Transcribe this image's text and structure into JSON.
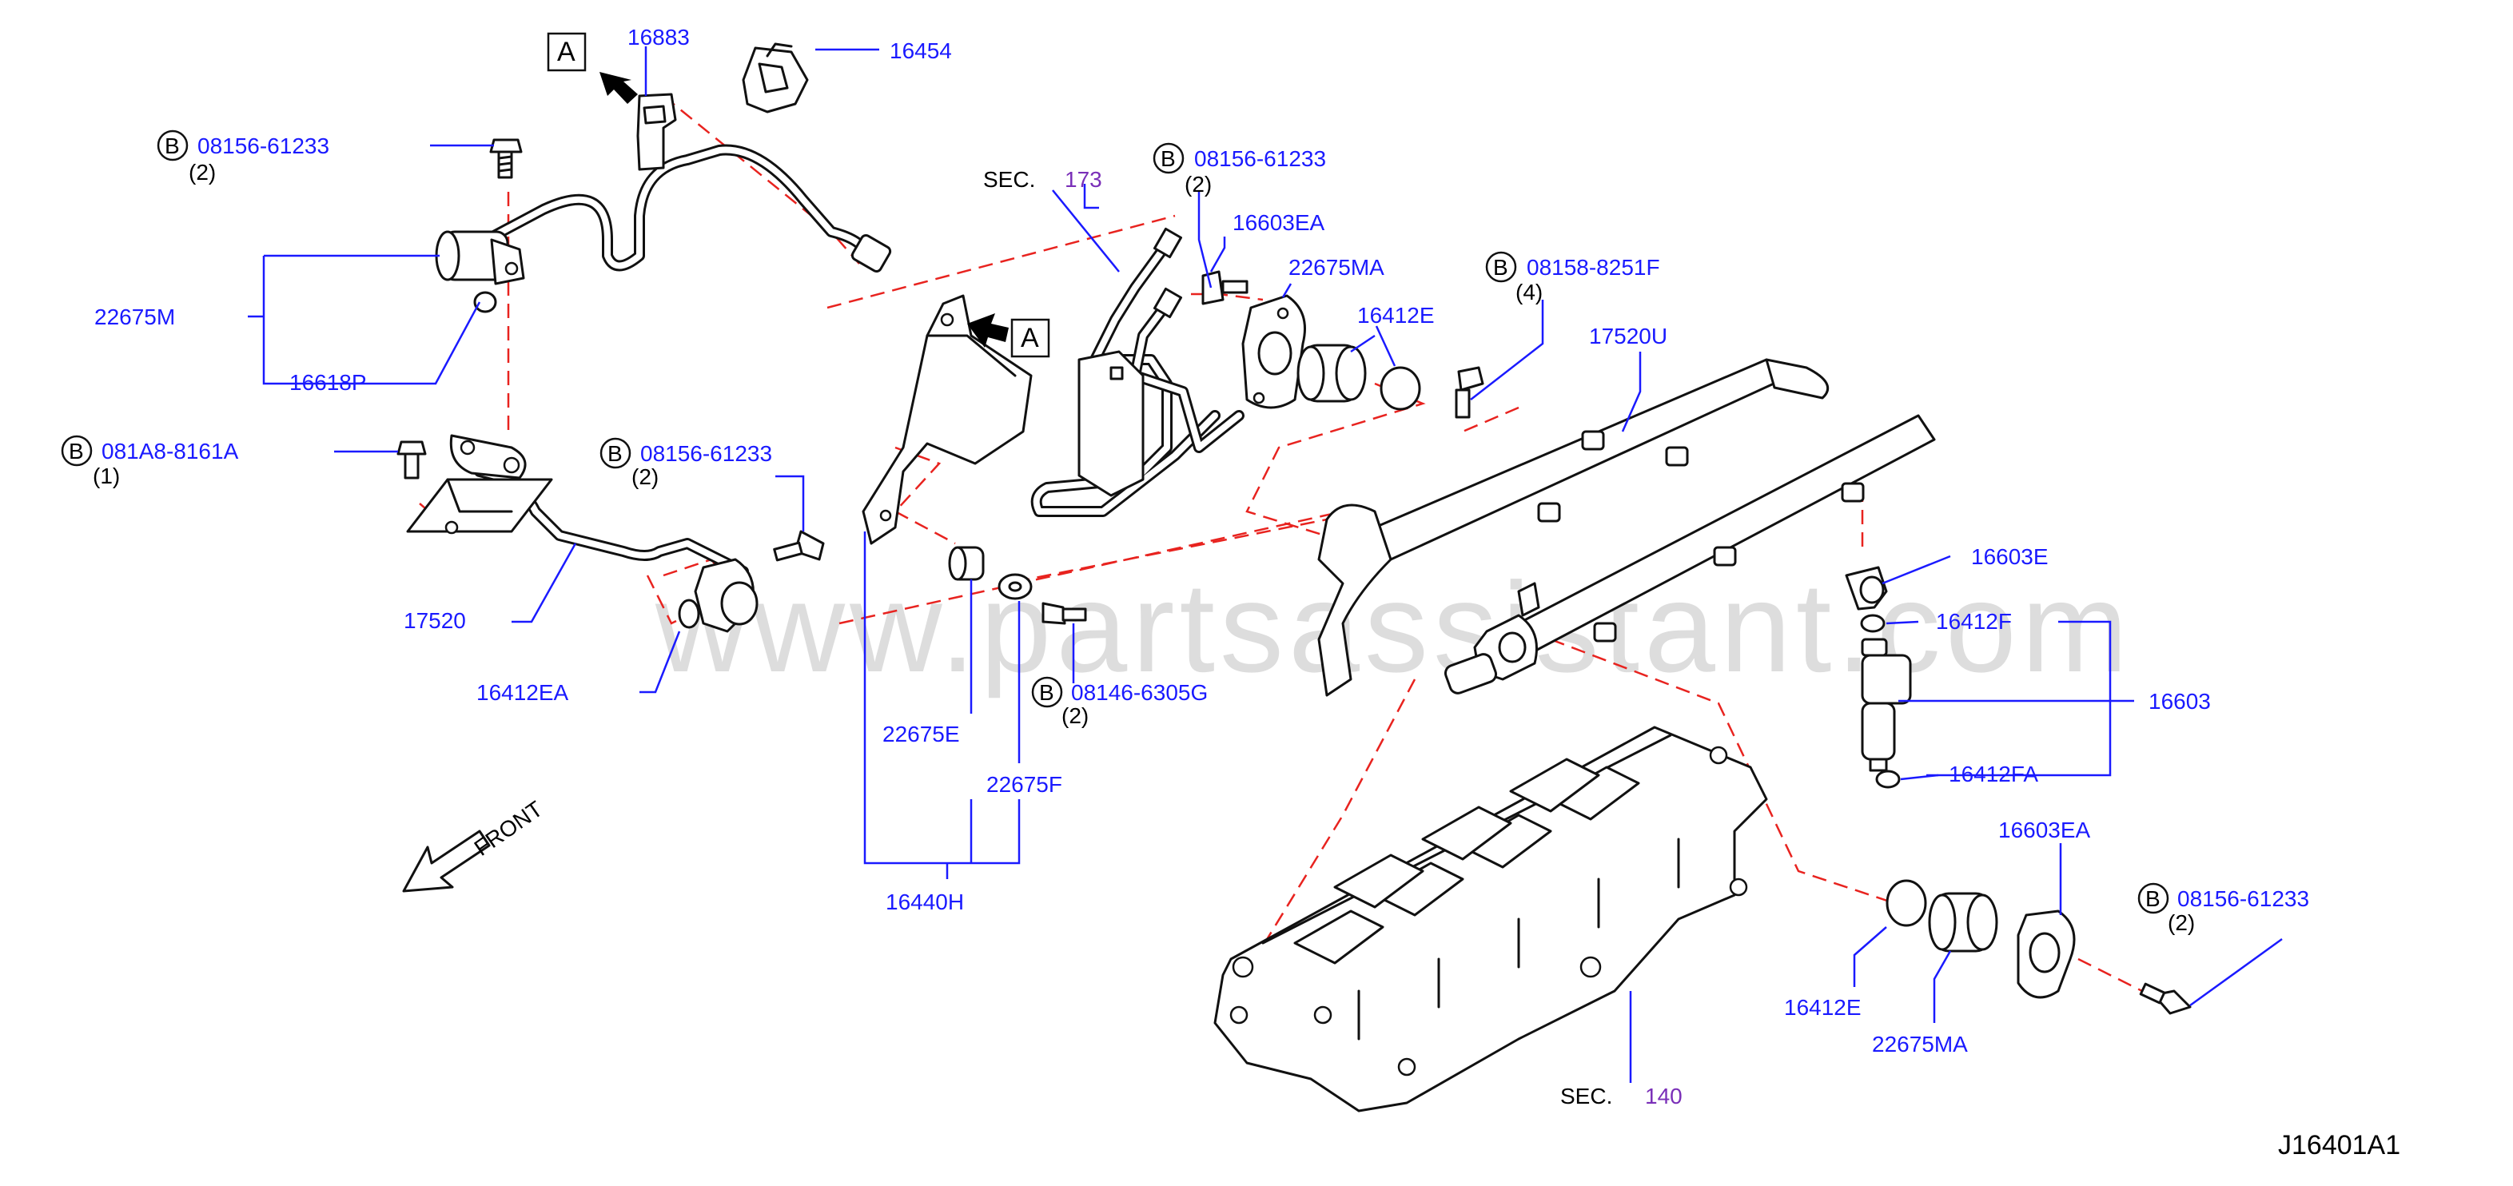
{
  "labels": {
    "p16883": "16883",
    "p16454": "16454",
    "p22675M": "22675M",
    "p16618P": "16618P",
    "p17520": "17520",
    "p16412EA": "16412EA",
    "p22675E": "22675E",
    "p22675F": "22675F",
    "p16440H": "16440H",
    "p16603EA_top": "16603EA",
    "p22675MA_top": "22675MA",
    "p16412E_top": "16412E",
    "p17520U": "17520U",
    "p16603E": "16603E",
    "p16412F": "16412F",
    "p16603": "16603",
    "p16412FA": "16412FA",
    "p16603EA_bot": "16603EA",
    "p16412E_bot": "16412E",
    "p22675MA_bot": "22675MA"
  },
  "bolts": {
    "b1": {
      "marker": "B",
      "part": "08156-61233",
      "qty": "(2)"
    },
    "b2": {
      "marker": "B",
      "part": "081A8-8161A",
      "qty": "(1)"
    },
    "b3": {
      "marker": "B",
      "part": "08156-61233",
      "qty": "(2)"
    },
    "b4": {
      "marker": "B",
      "part": "08146-6305G",
      "qty": "(2)"
    },
    "b5": {
      "marker": "B",
      "part": "08156-61233",
      "qty": "(2)"
    },
    "b6": {
      "marker": "B",
      "part": "08158-8251F",
      "qty": "(4)"
    },
    "b7": {
      "marker": "B",
      "part": "08156-61233",
      "qty": "(2)"
    }
  },
  "sections": {
    "s173": {
      "prefix": "SEC.",
      "number": "173"
    },
    "s140": {
      "prefix": "SEC.",
      "number": "140"
    }
  },
  "views": {
    "a1": "A",
    "a2": "A"
  },
  "front": "FRONT",
  "watermark": "www.partsassistant.com",
  "diagram_code": "J16401A1",
  "colors": {
    "label": "#1a1aff",
    "section": "#7a2fb8",
    "dash": "#e8231f"
  }
}
